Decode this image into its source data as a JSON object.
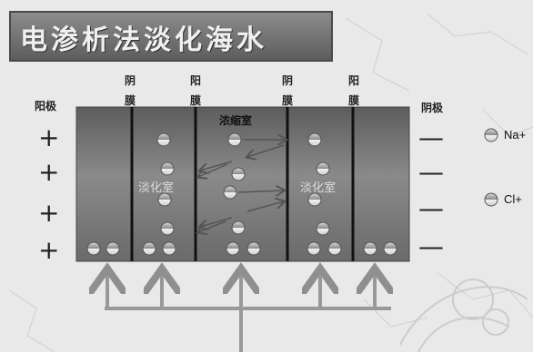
{
  "title": "电渗析法淡化海水",
  "anode_label": "阳极",
  "cathode_label": "阴极",
  "membranes": [
    {
      "c1": "阴",
      "c2": "膜"
    },
    {
      "c1": "阳",
      "c2": "膜"
    },
    {
      "c1": "阴",
      "c2": "膜"
    },
    {
      "c1": "阳",
      "c2": "膜"
    }
  ],
  "concentrate_chamber": "浓缩室",
  "dilute_chamber_left": "淡化室",
  "dilute_chamber_right": "淡化室",
  "plus_sign": "+",
  "minus_sign": "—",
  "legend": [
    {
      "label": "Na+",
      "icon": "sodium-ion-icon",
      "color": "#777777"
    },
    {
      "label": "Cl+",
      "icon": "chloride-ion-icon",
      "color": "#d8d8d8"
    }
  ],
  "colors": {
    "tank": "#666666",
    "ion_dark": "#6f6f6f",
    "ion_light": "#e6e6e6",
    "pipe": "#9a9a9a"
  }
}
